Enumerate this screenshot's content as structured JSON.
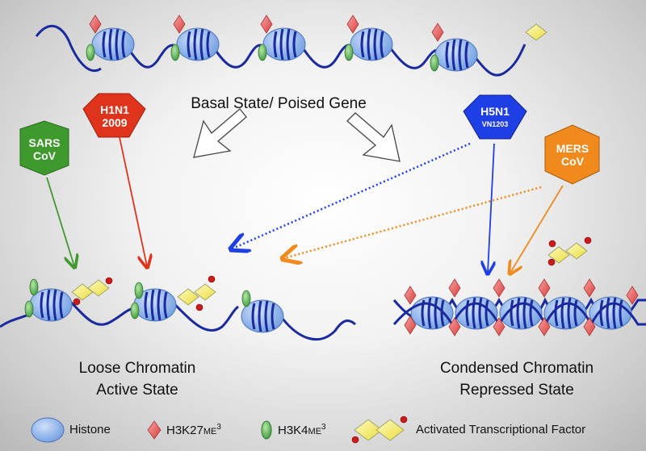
{
  "title": "Basal State/ Poised Gene",
  "states": {
    "active": {
      "line1": "Loose Chromatin",
      "line2": "Active State"
    },
    "repressed": {
      "line1": "Condensed Chromatin",
      "line2": "Repressed State"
    }
  },
  "viruses": {
    "sars": {
      "line1": "SARS",
      "line2": "CoV",
      "color": "#3f9a2e"
    },
    "h1n1": {
      "line1": "H1N1",
      "line2": "2009",
      "color": "#e0331c"
    },
    "h5n1": {
      "line1": "H5N1",
      "line2": "VN1203",
      "color": "#1f3fe6"
    },
    "mers": {
      "line1": "MERS",
      "line2": "CoV",
      "color": "#f08a1c"
    }
  },
  "legend": {
    "histone": "Histone",
    "h3k27_main": "H3K27",
    "h3k27_sub": "ME",
    "h3k27_sup": "3",
    "h3k4_main": "H3K4",
    "h3k4_sub": "ME",
    "h3k4_sup": "3",
    "factor": "Activated Transcriptional Factor"
  },
  "colors": {
    "dna": "#1a2a9e",
    "histone": "#6f9de0",
    "h3k27": "#e86a6a",
    "h3k4": "#5cb85c",
    "factor": "#f5ef7a"
  }
}
